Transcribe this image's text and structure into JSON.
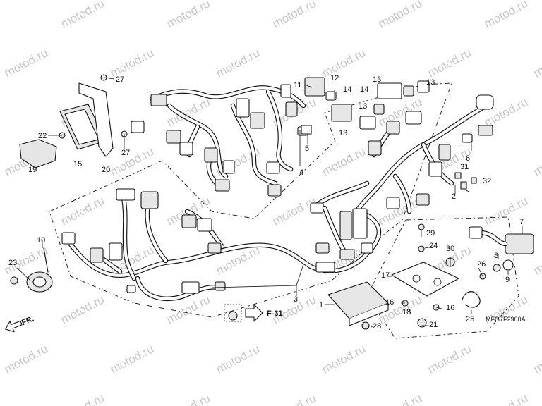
{
  "watermark": "motod.ru",
  "diagram_code": "MFG7F2900A",
  "front_label": "FR.",
  "section_ref": "F-31",
  "callouts": [
    "1",
    "2",
    "3",
    "4",
    "5",
    "6",
    "7",
    "8",
    "9",
    "10",
    "11",
    "12",
    "13",
    "13",
    "13",
    "13",
    "14",
    "14",
    "15",
    "16",
    "16",
    "17",
    "18",
    "19",
    "20",
    "21",
    "22",
    "23",
    "24",
    "25",
    "26",
    "27",
    "27",
    "28",
    "29",
    "30",
    "31",
    "32"
  ]
}
